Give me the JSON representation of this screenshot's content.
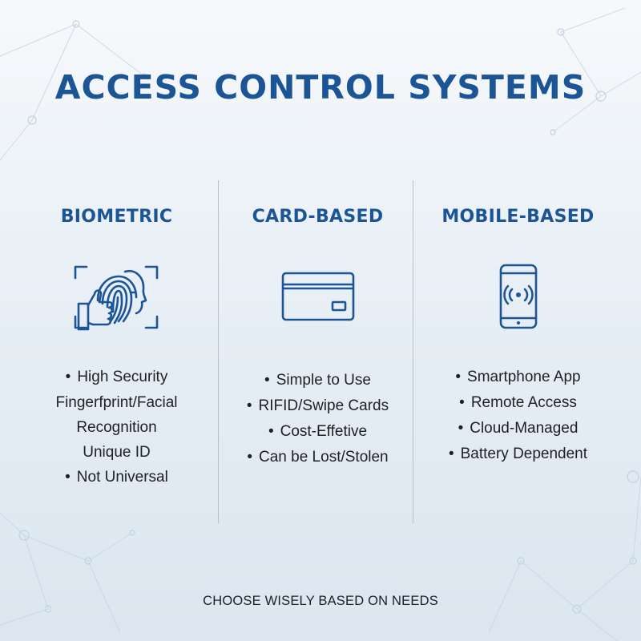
{
  "title": "ACCESS CONTROL SYSTEMS",
  "columns": [
    {
      "heading": "BIOMETRIC",
      "icon": "fingerprint-face-icon",
      "items": [
        {
          "text": "High Security",
          "bullet": true
        },
        {
          "text": "Fingerfprint/Facial Recognition",
          "bullet": false
        },
        {
          "text": "Unique ID",
          "bullet": false
        },
        {
          "text": "Not Universal",
          "bullet": true
        }
      ]
    },
    {
      "heading": "CARD-BASED",
      "icon": "card-icon",
      "items": [
        {
          "text": "Simple to Use",
          "bullet": true
        },
        {
          "text": "RIFID/Swipe Cards",
          "bullet": true
        },
        {
          "text": "Cost-Effetive",
          "bullet": true
        },
        {
          "text": "Can be Lost/Stolen",
          "bullet": true
        }
      ]
    },
    {
      "heading": "MOBILE-BASED",
      "icon": "smartphone-nfc-icon",
      "items": [
        {
          "text": "Smartphone App",
          "bullet": true
        },
        {
          "text": "Remote Access",
          "bullet": true
        },
        {
          "text": "Cloud-Managed",
          "bullet": true
        },
        {
          "text": "Battery Dependent",
          "bullet": true
        }
      ]
    }
  ],
  "footer": "CHOOSE WISELY BASED ON NEEDS",
  "colors": {
    "accent": "#1c5596",
    "text": "#1e2024",
    "divider": "#b9c0c8"
  }
}
